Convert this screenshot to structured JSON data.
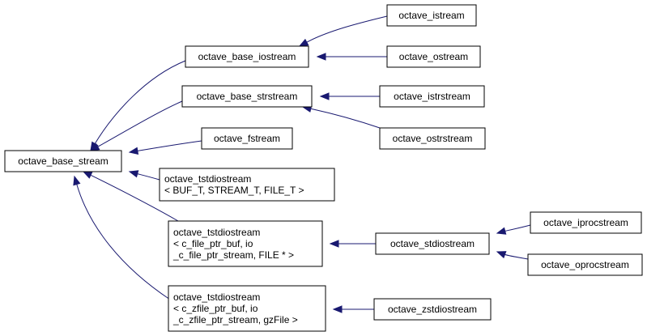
{
  "diagram": {
    "nodes": [
      {
        "id": "base_stream",
        "lines": [
          "octave_base_stream"
        ]
      },
      {
        "id": "base_iostream",
        "lines": [
          "octave_base_iostream"
        ]
      },
      {
        "id": "base_strstream",
        "lines": [
          "octave_base_strstream"
        ]
      },
      {
        "id": "fstream",
        "lines": [
          "octave_fstream"
        ]
      },
      {
        "id": "tstdio_generic",
        "lines": [
          "octave_tstdiostream",
          "< BUF_T, STREAM_T, FILE_T >"
        ]
      },
      {
        "id": "tstdio_cfile",
        "lines": [
          "octave_tstdiostream",
          "< c_file_ptr_buf, io",
          "_c_file_ptr_stream, FILE * >"
        ]
      },
      {
        "id": "tstdio_zfile",
        "lines": [
          "octave_tstdiostream",
          "< c_zfile_ptr_buf, io",
          "_c_zfile_ptr_stream, gzFile >"
        ]
      },
      {
        "id": "istream",
        "lines": [
          "octave_istream"
        ]
      },
      {
        "id": "ostream",
        "lines": [
          "octave_ostream"
        ]
      },
      {
        "id": "istrstream",
        "lines": [
          "octave_istrstream"
        ]
      },
      {
        "id": "ostrstream",
        "lines": [
          "octave_ostrstream"
        ]
      },
      {
        "id": "stdiostream",
        "lines": [
          "octave_stdiostream"
        ]
      },
      {
        "id": "zstdiostream",
        "lines": [
          "octave_zstdiostream"
        ]
      },
      {
        "id": "iprocstream",
        "lines": [
          "octave_iprocstream"
        ]
      },
      {
        "id": "oprocstream",
        "lines": [
          "octave_oprocstream"
        ]
      }
    ],
    "edges": [
      {
        "from": "istream",
        "to": "base_iostream"
      },
      {
        "from": "ostream",
        "to": "base_iostream"
      },
      {
        "from": "istrstream",
        "to": "base_strstream"
      },
      {
        "from": "ostrstream",
        "to": "base_strstream"
      },
      {
        "from": "base_iostream",
        "to": "base_stream"
      },
      {
        "from": "base_strstream",
        "to": "base_stream"
      },
      {
        "from": "fstream",
        "to": "base_stream"
      },
      {
        "from": "tstdio_generic",
        "to": "base_stream"
      },
      {
        "from": "tstdio_cfile",
        "to": "base_stream"
      },
      {
        "from": "tstdio_zfile",
        "to": "base_stream"
      },
      {
        "from": "stdiostream",
        "to": "tstdio_cfile"
      },
      {
        "from": "zstdiostream",
        "to": "tstdio_zfile"
      },
      {
        "from": "iprocstream",
        "to": "stdiostream"
      },
      {
        "from": "oprocstream",
        "to": "stdiostream"
      }
    ],
    "colors": {
      "edge": "#191970",
      "node_border": "#000000",
      "node_fill": "#ffffff",
      "text": "#000000"
    }
  }
}
